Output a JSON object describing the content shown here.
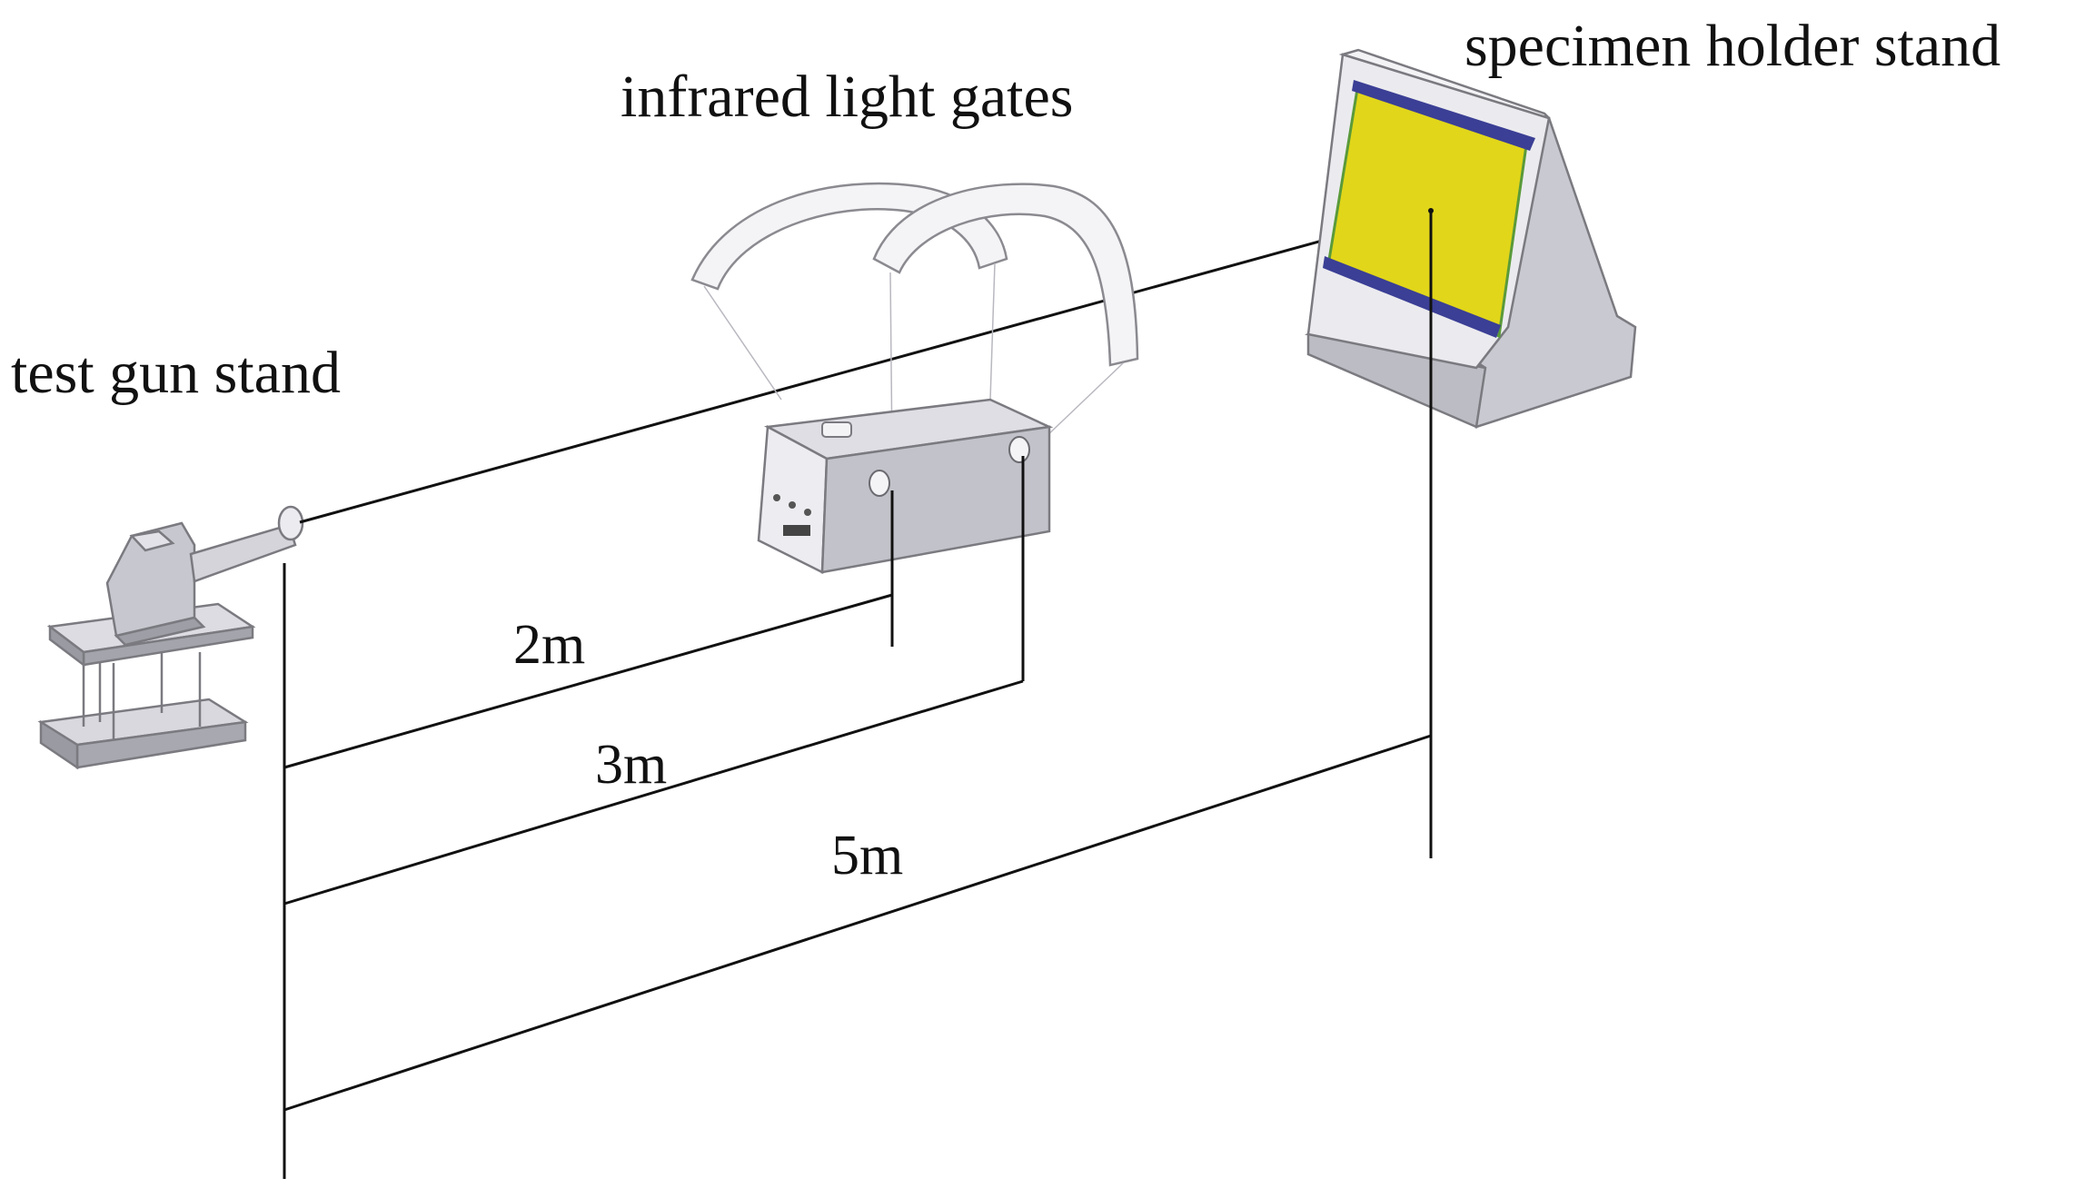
{
  "labels": {
    "test_gun_stand": "test gun stand",
    "infrared_light_gates": "infrared light gates",
    "specimen_holder_stand": "specimen holder stand"
  },
  "dimensions": [
    {
      "label": "2m",
      "distance_m": 2
    },
    {
      "label": "3m",
      "distance_m": 3
    },
    {
      "label": "5m",
      "distance_m": 5
    }
  ],
  "colors": {
    "specimen_panel": "#e1d61a",
    "specimen_clamp_bars": "#3b3f95",
    "equipment_body": "#c9c9d1",
    "equipment_edge": "#7a7a80",
    "lines": "#111111"
  }
}
